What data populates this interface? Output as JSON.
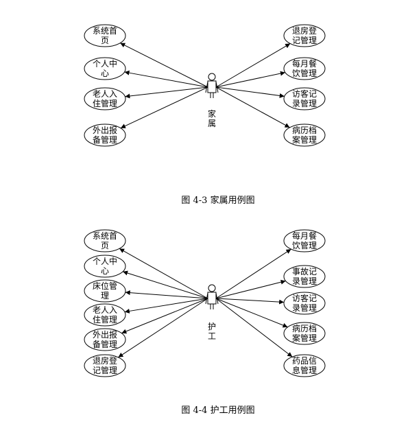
{
  "diagrams": [
    {
      "caption": "图 4-3  家属用例图",
      "actor": {
        "label_lines": [
          "家",
          "属"
        ]
      },
      "left_use_cases": [
        {
          "lines": [
            "系统首",
            "页"
          ]
        },
        {
          "lines": [
            "个人中",
            "心"
          ]
        },
        {
          "lines": [
            "老人入",
            "住管理"
          ]
        },
        {
          "lines": [
            "外出报",
            "备管理"
          ]
        }
      ],
      "right_use_cases": [
        {
          "lines": [
            "退房登",
            "记管理"
          ]
        },
        {
          "lines": [
            "每月餐",
            "饮管理"
          ]
        },
        {
          "lines": [
            "访客记",
            "录管理"
          ]
        },
        {
          "lines": [
            "病历档",
            "案管理"
          ]
        }
      ]
    },
    {
      "caption": "图 4-4  护工用例图",
      "actor": {
        "label_lines": [
          "护",
          "工"
        ]
      },
      "left_use_cases": [
        {
          "lines": [
            "系统首",
            "页"
          ]
        },
        {
          "lines": [
            "个人中",
            "心"
          ]
        },
        {
          "lines": [
            "床位管",
            "理"
          ]
        },
        {
          "lines": [
            "老人入",
            "住管理"
          ]
        },
        {
          "lines": [
            "外出报",
            "备管理"
          ]
        },
        {
          "lines": [
            "退房登",
            "记管理"
          ]
        }
      ],
      "right_use_cases": [
        {
          "lines": [
            "每月餐",
            "饮管理"
          ]
        },
        {
          "lines": [
            "事故记",
            "录管理"
          ]
        },
        {
          "lines": [
            "访客记",
            "录管理"
          ]
        },
        {
          "lines": [
            "病历档",
            "案管理"
          ]
        },
        {
          "lines": [
            "药品信",
            "息管理"
          ]
        }
      ]
    }
  ]
}
